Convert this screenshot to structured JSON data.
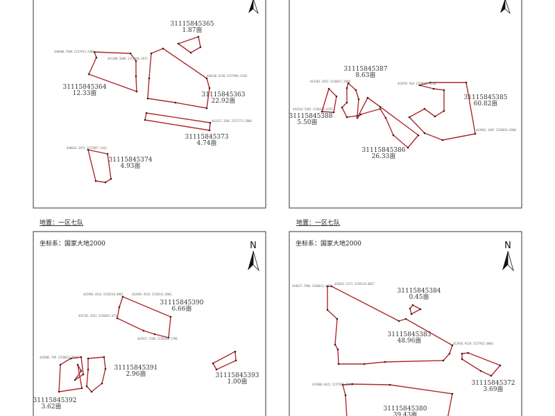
{
  "colors": {
    "parcel_line": "#b0262a",
    "vertex": "#3a1a1a",
    "frame": "#555555"
  },
  "panels": [
    {
      "location_label": "地置：一区七队",
      "north": "N",
      "parcels": [
        {
          "id": "31115845365",
          "area": "1.87亩"
        },
        {
          "id": "31115845364",
          "area": "12.33亩"
        },
        {
          "id": "31115845363",
          "area": "22.92亩"
        },
        {
          "id": "31115845373",
          "area": "4.74亩"
        },
        {
          "id": "31115845374",
          "area": "4.93亩"
        }
      ],
      "coords": [
        "440960.7608 2157913.5405",
        "441180.5608 2157928.1972",
        "440336.6130 2157994.4328",
        "441317.3202 2157773.5868",
        "440814.1974 2157097.2432"
      ]
    },
    {
      "location_label": "地置：一区七队",
      "north": "N",
      "parcels": [
        {
          "id": "31115845387",
          "area": "8.63亩"
        },
        {
          "id": "31115845388",
          "area": "5.50亩"
        },
        {
          "id": "31115845386",
          "area": "26.33亩"
        },
        {
          "id": "31115845385",
          "area": "60.82亩"
        }
      ],
      "coords": [
        "443381.1923 2158027.2858",
        "443314.5201 2158412.4193",
        "443935.910 2159008.3140",
        "443961.1487 2158032.0500"
      ]
    },
    {
      "header": "坐标系：国家大地2000",
      "north": "N",
      "parcels": [
        {
          "id": "31115845390",
          "area": "6.66亩"
        },
        {
          "id": "31115845391",
          "area": "2.96亩"
        },
        {
          "id": "31115845392",
          "area": "3.62亩"
        },
        {
          "id": "31115845393",
          "area": "1.00亩"
        }
      ],
      "coords": [
        "442983.4516 2158318.0961",
        "442983.4516 2158141.0961",
        "442781.2651 2158051.0733",
        "442917.7366 2158282.5796",
        "442882.799 2158012.7561"
      ]
    },
    {
      "header": "坐标系：国家大地2000",
      "north": "N",
      "parcels": [
        {
          "id": "31115845384",
          "area": "0.45亩"
        },
        {
          "id": "31115845383",
          "area": "48.96亩"
        },
        {
          "id": "31115845372",
          "area": "3.69亩"
        },
        {
          "id": "31115845380",
          "area": "39.43亩"
        }
      ],
      "coords": [
        "443617.7966 2160013.4376",
        "443022.2171 2158119.0027",
        "413916.9120 2157922.0003",
        "413868.6422 2157957.6016"
      ]
    }
  ]
}
